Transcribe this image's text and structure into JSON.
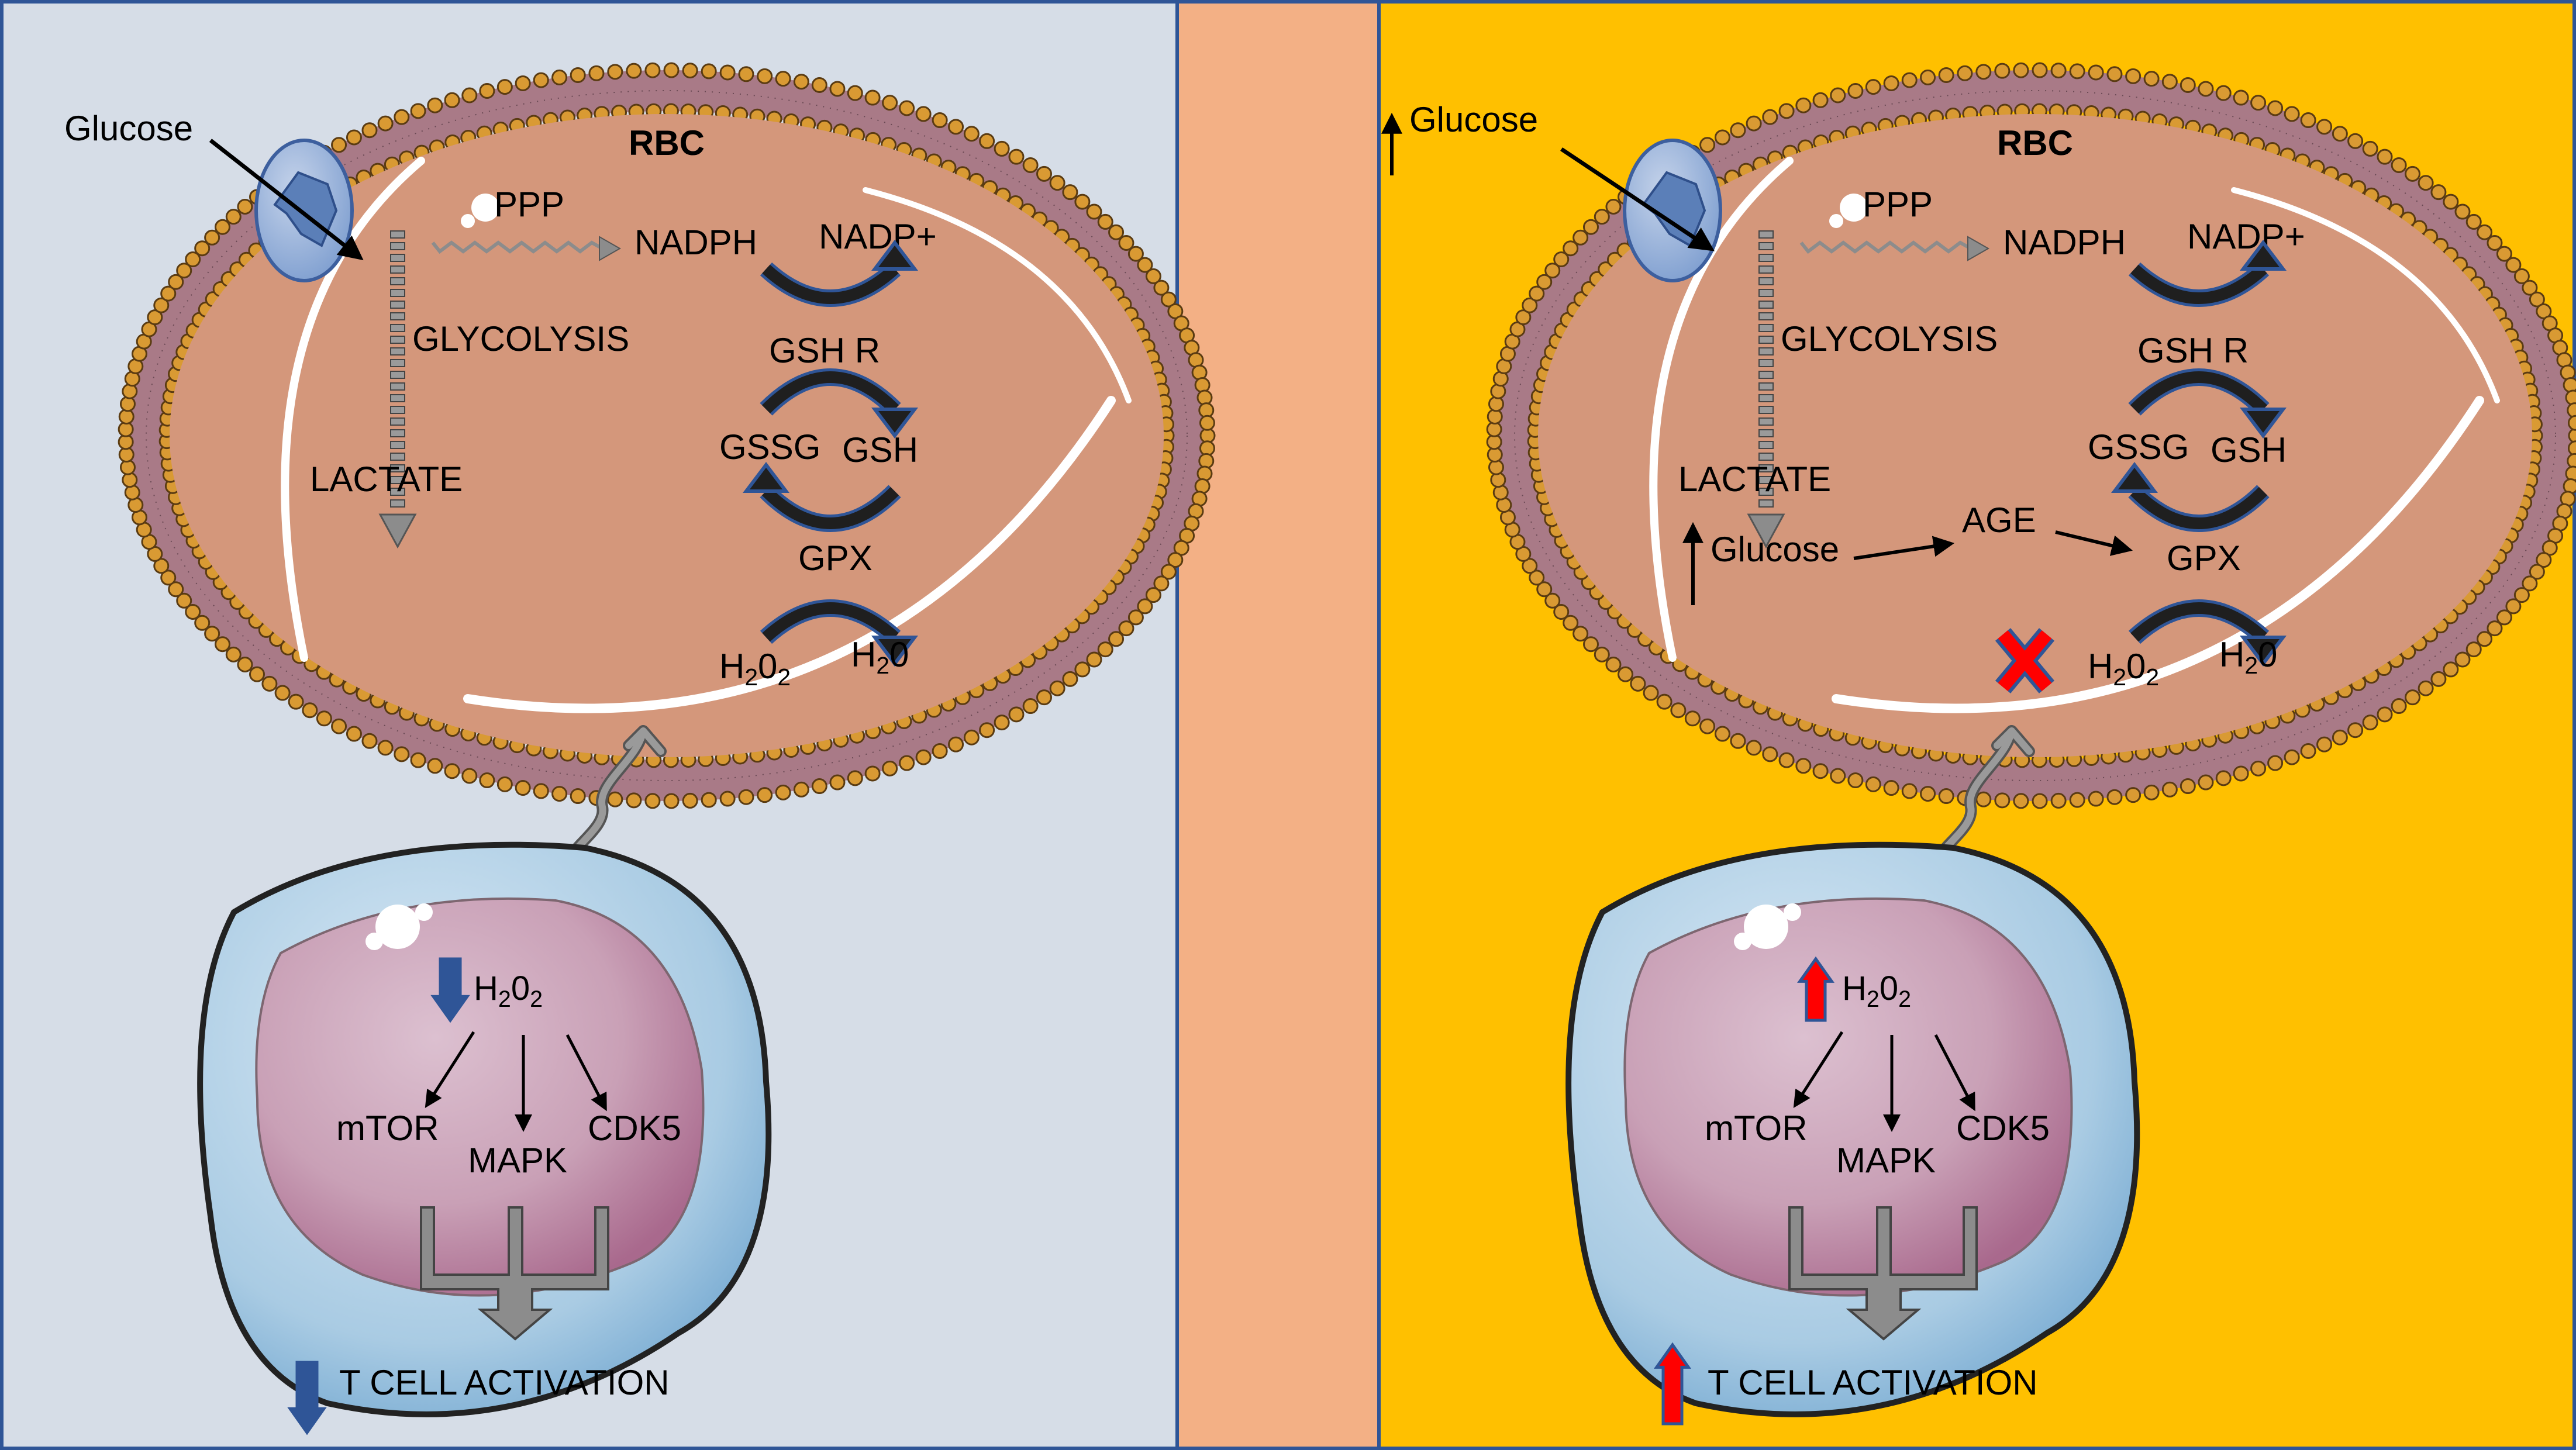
{
  "colors": {
    "left_panel_bg": "#d6dde7",
    "middle_stripe_bg": "#f3b085",
    "right_panel_bg": "#ffc000",
    "border": "#2f5597",
    "rbc_cytoplasm": "#d4977b",
    "membrane_head": "#d99a33",
    "membrane_tail": "#a97a87",
    "tcell_outer": "#a9cbe3",
    "tcell_nucleus": "#c9a0b6",
    "curved_arrow_fill": "#1f1f1f",
    "curved_arrow_edge": "#2f5597",
    "decrease_arrow": "#2f5597",
    "increase_arrow": "#ff0000",
    "gray_arrow": "#8c8c8c"
  },
  "panels": {
    "left": {
      "name": "normal",
      "glucose_label": "Glucose",
      "glucose_indicator": "none",
      "rbc_label": "RBC",
      "ppp_label": "PPP",
      "nadph_label": "NADPH",
      "nadp_label": "NADP+",
      "glycolysis_label": "GLYCOLYSIS",
      "lactate_label": "LACTATE",
      "gshr_label": "GSH R",
      "gssg_label": "GSSG",
      "gsh_label": "GSH",
      "gpx_label": "GPX",
      "h2o2": {
        "main": "H",
        "sub1": "2",
        "mid": "0",
        "sub2": "2"
      },
      "h2o": {
        "main": "H",
        "sub1": "2",
        "mid": "0"
      },
      "tcell": {
        "h2o2_trend": "decrease",
        "h2o2": {
          "main": "H",
          "sub1": "2",
          "mid": "0",
          "sub2": "2"
        },
        "targets": [
          "mTOR",
          "MAPK",
          "CDK5"
        ],
        "activation_trend": "decrease",
        "activation_label": "T CELL ACTIVATION"
      }
    },
    "right": {
      "name": "hyperglycemia",
      "glucose_label": "Glucose",
      "glucose_indicator": "increase",
      "rbc_label": "RBC",
      "ppp_label": "PPP",
      "nadph_label": "NADPH",
      "nadp_label": "NADP+",
      "glycolysis_label": "GLYCOLYSIS",
      "lactate_label": "LACTATE",
      "gshr_label": "GSH R",
      "gssg_label": "GSSG",
      "gsh_label": "GSH",
      "gpx_label": "GPX",
      "inner_glucose_label": "Glucose",
      "age_label": "AGE",
      "blocked_marker": "red-x",
      "h2o2": {
        "main": "H",
        "sub1": "2",
        "mid": "0",
        "sub2": "2"
      },
      "h2o": {
        "main": "H",
        "sub1": "2",
        "mid": "0"
      },
      "tcell": {
        "h2o2_trend": "increase",
        "h2o2": {
          "main": "H",
          "sub1": "2",
          "mid": "0",
          "sub2": "2"
        },
        "targets": [
          "mTOR",
          "MAPK",
          "CDK5"
        ],
        "activation_trend": "increase",
        "activation_label": "T CELL ACTIVATION"
      }
    }
  }
}
